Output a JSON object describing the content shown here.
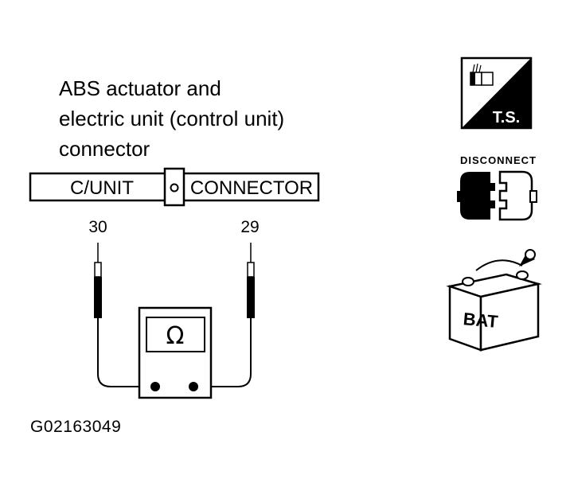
{
  "title_lines": [
    "ABS actuator and",
    "electric unit (control unit)",
    "connector"
  ],
  "connector": {
    "left_label": "C/UNIT",
    "right_label": "CONNECTOR"
  },
  "pins": {
    "left": "30",
    "right": "29"
  },
  "meter": {
    "symbol": "Ω",
    "icon": "ohmmeter-icon"
  },
  "icons": {
    "ts": {
      "label": "T.S.",
      "icon": "tester-icon"
    },
    "disconnect": {
      "label": "DISCONNECT",
      "icon": "disconnect-connector-icon"
    },
    "battery": {
      "label": "BAT",
      "icon": "battery-icon"
    }
  },
  "figure_code": "G02163049"
}
